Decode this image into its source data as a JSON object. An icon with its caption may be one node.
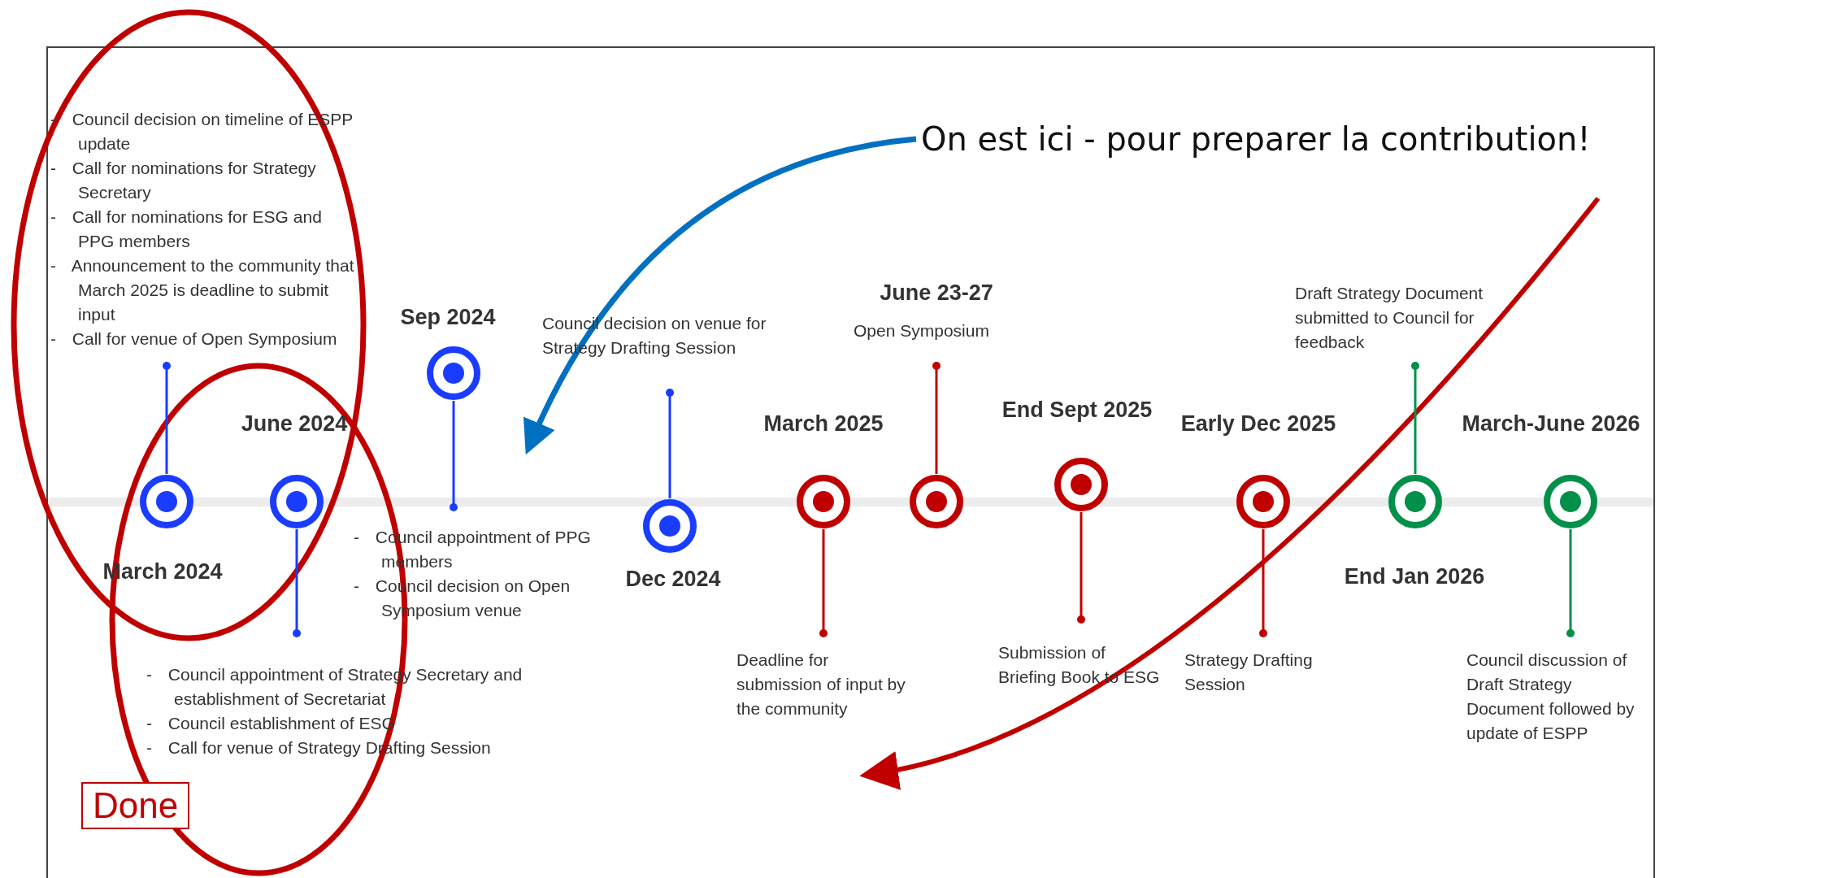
{
  "diagram": {
    "nodes": [
      {
        "text": [
          "On est ici - pour preparer la contribution!"
        ]
      },
      {
        "text": [],
        "shape": "circle",
        "beside": [
          "March 2024"
        ]
      },
      {
        "text": [
          "- Council decision on timeline of ESPP update",
          "- Call for nominations for Strategy Secretary",
          "- Call for nominations for ESG and PPG members",
          "- Announcement to the community that March 2025 is deadline to submit input",
          "- Call for venue of Open Symposium"
        ]
      },
      {
        "text": [],
        "shape": "circle",
        "beside": [
          "June 2024"
        ]
      },
      {
        "text": [
          "- Council appointment of Strategy Secretary and establishment of Secretariat",
          "- Council establishment of ESG",
          "- Call for venue of Strategy Drafting Session"
        ]
      },
      {
        "text": [],
        "shape": "circle",
        "beside": [
          "Sep 2024"
        ]
      },
      {
        "text": [
          "- Council appointment of PPG members",
          "- Council decision on Open Symposium venue"
        ]
      },
      {
        "text": [],
        "shape": "circle",
        "beside": [
          "Dec 2024"
        ]
      },
      {
        "text": [
          "Council decision on venue for Strategy Drafting Session"
        ]
      },
      {
        "text": [],
        "shape": "circle",
        "beside": [
          "March 2025"
        ]
      },
      {
        "text": [
          "Deadline for submission of input by the community"
        ]
      },
      {
        "text": [],
        "shape": "circle"
      },
      {
        "text": [
          "Open Symposium"
        ],
        "beside": [
          "June 23-27"
        ]
      },
      {
        "text": [],
        "shape": "circle",
        "beside": [
          "End Sept 2025"
        ]
      },
      {
        "text": [
          "Submission of Briefing Book to ESG"
        ]
      },
      {
        "text": [],
        "shape": "circle",
        "beside": [
          "Early Dec 2025"
        ]
      },
      {
        "text": [
          "Strategy Drafting Session"
        ]
      },
      {
        "text": [],
        "shape": "circle",
        "beside": [
          "End Jan 2026"
        ]
      },
      {
        "text": [
          "Draft Strategy Document submitted to  Council for feedback"
        ]
      },
      {
        "text": [],
        "shape": "circle",
        "beside": [
          "March-June 2026"
        ]
      },
      {
        "text": [
          "Council discussion of Draft Strategy Document followed by update of ESPP"
        ]
      },
      {
        "text": [
          "Done"
        ]
      }
    ],
    "edges": [
      {
        "from": 0,
        "to": null,
        "arrow": "to",
        "style": "thick",
        "color": "#0070c0"
      },
      {
        "from": 1,
        "to": 2,
        "arrow": "other",
        "color": "#1a3cff"
      },
      {
        "from": 3,
        "to": 4,
        "arrow": "other",
        "color": "#1a3cff"
      },
      {
        "from": 5,
        "to": 6,
        "arrow": "other",
        "color": "#1a3cff"
      },
      {
        "from": 7,
        "to": 8,
        "arrow": "other",
        "color": "#1a3cff"
      },
      {
        "from": 9,
        "to": 10,
        "arrow": "other",
        "color": "#c00000"
      },
      {
        "from": 11,
        "to": 12,
        "arrow": "other",
        "color": "#c00000"
      },
      {
        "from": 13,
        "to": 14,
        "arrow": "other",
        "color": "#c00000"
      },
      {
        "from": 15,
        "to": 16,
        "arrow": "other",
        "color": "#c00000"
      },
      {
        "from": 17,
        "to": 18,
        "arrow": "other",
        "color": "#00904a"
      },
      {
        "from": 19,
        "to": 20,
        "arrow": "other",
        "color": "#00904a"
      }
    ]
  }
}
